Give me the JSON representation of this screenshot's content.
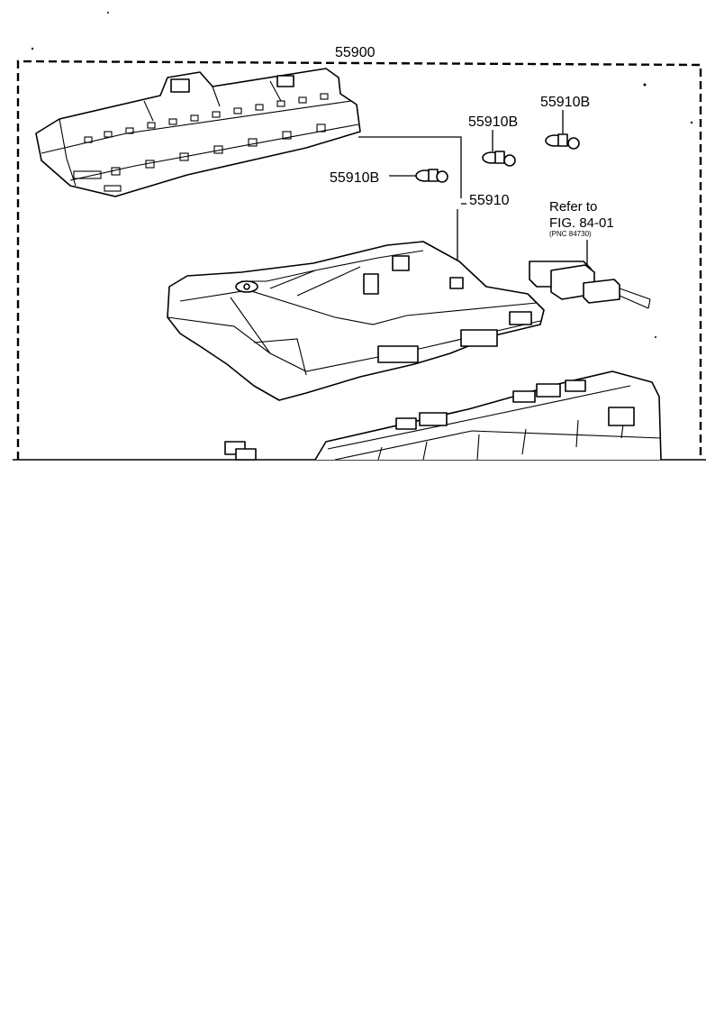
{
  "labels": {
    "assembly": "55900",
    "panel": "55910",
    "bulb_a": "55910B",
    "bulb_b": "55910B",
    "bulb_c": "55910B",
    "refer_line1": "Refer to",
    "refer_line2": "FIG. 84-01",
    "refer_line3": "(PNC 84730)"
  }
}
